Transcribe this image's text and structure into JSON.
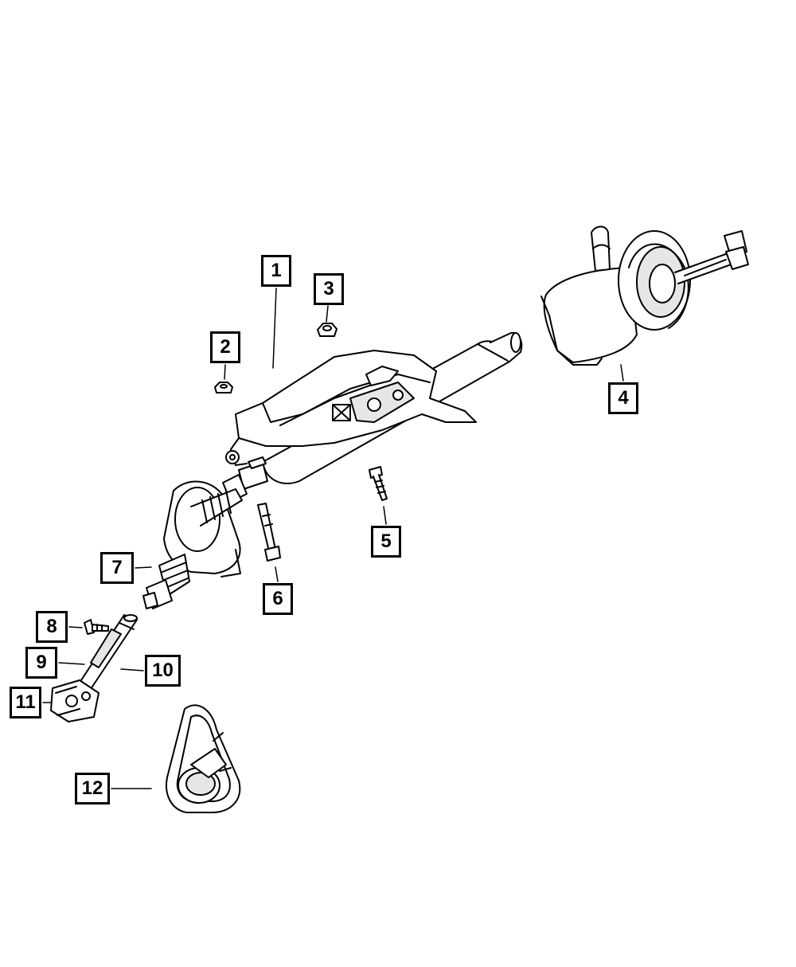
{
  "diagram": {
    "callouts": [
      {
        "id": "1",
        "label": "1"
      },
      {
        "id": "2",
        "label": "2"
      },
      {
        "id": "3",
        "label": "3"
      },
      {
        "id": "4",
        "label": "4"
      },
      {
        "id": "5",
        "label": "5"
      },
      {
        "id": "6",
        "label": "6"
      },
      {
        "id": "7",
        "label": "7"
      },
      {
        "id": "8",
        "label": "8"
      },
      {
        "id": "9",
        "label": "9"
      },
      {
        "id": "10",
        "label": "10"
      },
      {
        "id": "11",
        "label": "11"
      },
      {
        "id": "12",
        "label": "12"
      }
    ],
    "colors": {
      "line": "#000000",
      "fill": "#ffffff",
      "shade": "#d8d8d8"
    }
  }
}
